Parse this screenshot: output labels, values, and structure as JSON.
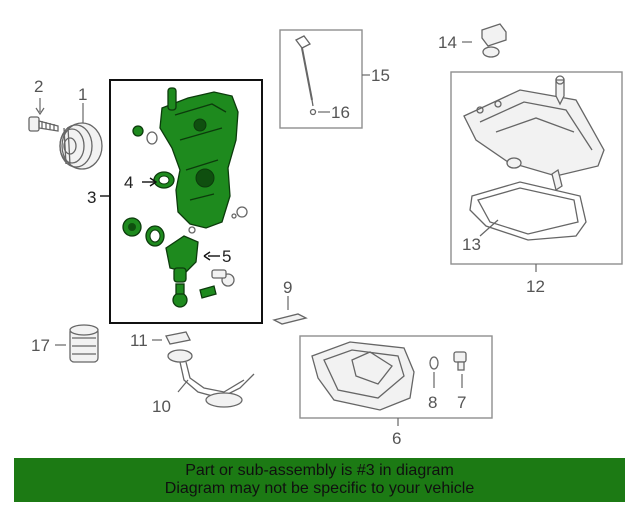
{
  "callouts": {
    "c1": "1",
    "c2": "2",
    "c3": "3",
    "c4": "4",
    "c5": "5",
    "c6": "6",
    "c7": "7",
    "c8": "8",
    "c9": "9",
    "c10": "10",
    "c11": "11",
    "c12": "12",
    "c13": "13",
    "c14": "14",
    "c15": "15",
    "c16": "16",
    "c17": "17"
  },
  "banner": {
    "line1": "Part or sub-assembly is #3 in diagram",
    "line2": "Diagram may not be specific to your vehicle"
  },
  "colors": {
    "highlight": "#1e8a1e",
    "banner_bg": "#1c7a14",
    "outline": "#666666"
  }
}
